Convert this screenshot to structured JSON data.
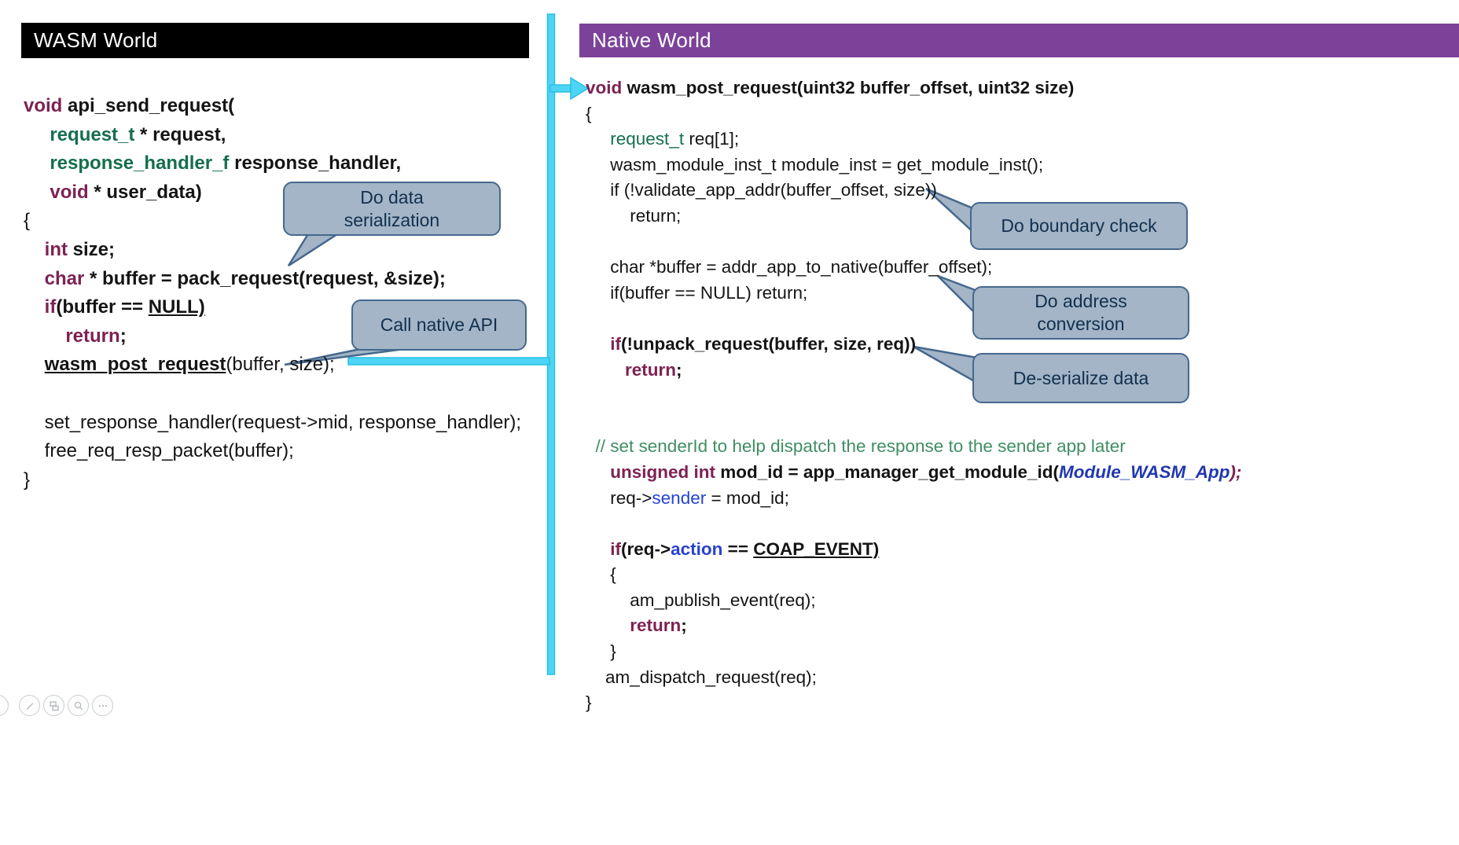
{
  "slide": {
    "wasm_panel": {
      "header": "WASM World",
      "code": {
        "lines": [
          [
            [
              "void",
              "kw"
            ],
            [
              " api_send_request(",
              "b"
            ]
          ],
          [
            [
              "     ",
              "n"
            ],
            [
              "request_t",
              "ty"
            ],
            [
              " * request,",
              "b"
            ]
          ],
          [
            [
              "     ",
              "n"
            ],
            [
              "response_handler_f",
              "ty"
            ],
            [
              " response_handler,",
              "b"
            ]
          ],
          [
            [
              "     ",
              "n"
            ],
            [
              "void",
              "kw"
            ],
            [
              " * user_data)",
              "b"
            ]
          ],
          [
            [
              "{",
              "n"
            ]
          ],
          [
            [
              "    ",
              "n"
            ],
            [
              "int",
              "kw"
            ],
            [
              " size;",
              "b"
            ]
          ],
          [
            [
              "    ",
              "n"
            ],
            [
              "char",
              "kw"
            ],
            [
              " * buffer = pack_request(request, &size);",
              "b"
            ]
          ],
          [
            [
              "    ",
              "n"
            ],
            [
              "if",
              "kw"
            ],
            [
              "(buffer == ",
              "b"
            ],
            [
              "NULL)",
              "ub"
            ]
          ],
          [
            [
              "        ",
              "n"
            ],
            [
              "return",
              "kw"
            ],
            [
              ";",
              "b"
            ]
          ],
          [
            [
              "    ",
              "n"
            ],
            [
              "wasm_post_request",
              "ub"
            ],
            [
              "(buffer, size);",
              "n"
            ]
          ],
          [],
          [
            [
              "    set_response_handler(request->mid, response_handler);",
              "n"
            ]
          ],
          [
            [
              "    free_req_resp_packet(buffer);",
              "n"
            ]
          ],
          [
            [
              "}",
              "n"
            ]
          ]
        ]
      }
    },
    "native_panel": {
      "header": "Native World",
      "code": {
        "lines": [
          [
            [
              "void",
              "kw"
            ],
            [
              " wasm_post_request(uint32 buffer_offset, uint32 size)",
              "b"
            ]
          ],
          [
            [
              "{",
              "n"
            ]
          ],
          [
            [
              "     ",
              "n"
            ],
            [
              "request_t",
              "tyn"
            ],
            [
              " req[1];",
              "n"
            ]
          ],
          [
            [
              "     wasm_module_inst_t module_inst = get_module_inst();",
              "n"
            ]
          ],
          [
            [
              "     if (!validate_app_addr(buffer_offset, size))",
              "n"
            ]
          ],
          [
            [
              "         return;",
              "n"
            ]
          ],
          [],
          [
            [
              "     char *buffer = addr_app_to_native(buffer_offset);",
              "n"
            ]
          ],
          [
            [
              "     if(buffer == NULL) return;",
              "n"
            ]
          ],
          [],
          [
            [
              "     ",
              "n"
            ],
            [
              "if",
              "kw"
            ],
            [
              "(!unpack_request(buffer, size, req))",
              "b"
            ]
          ],
          [
            [
              "        ",
              "n"
            ],
            [
              "return",
              "kw"
            ],
            [
              ";",
              "b"
            ]
          ],
          [],
          [],
          [
            [
              "  ",
              "n"
            ],
            [
              "// set senderId to help dispatch the response to the sender app later",
              "cm"
            ]
          ],
          [
            [
              "     ",
              "n"
            ],
            [
              "unsigned int",
              "kw"
            ],
            [
              " mod_id = app_manager_get_module_id(",
              "b"
            ],
            [
              "Module_WASM_App",
              "mi"
            ],
            [
              ");",
              "kwi"
            ]
          ],
          [
            [
              "     req->",
              "n"
            ],
            [
              "sender",
              "bl"
            ],
            [
              " = mod_id;",
              "n"
            ]
          ],
          [],
          [
            [
              "     ",
              "n"
            ],
            [
              "if",
              "kw"
            ],
            [
              "(req->",
              "b"
            ],
            [
              "action",
              "blb"
            ],
            [
              " == ",
              "b"
            ],
            [
              "COAP_EVENT)",
              "ub"
            ]
          ],
          [
            [
              "     {",
              "n"
            ]
          ],
          [
            [
              "         am_publish_event(req);",
              "n"
            ]
          ],
          [
            [
              "         ",
              "n"
            ],
            [
              "return",
              "kw"
            ],
            [
              ";",
              "b"
            ]
          ],
          [
            [
              "     }",
              "n"
            ]
          ],
          [
            [
              "    am_dispatch_request(req);",
              "n"
            ]
          ],
          [
            [
              "}",
              "n"
            ]
          ]
        ]
      }
    },
    "callouts": {
      "serialization": "Do data\nserialization",
      "call_native": "Call native API",
      "boundary": "Do boundary check",
      "address": "Do address\nconversion",
      "deserialize": "De-serialize data"
    },
    "colors": {
      "keyword": "#7d2252",
      "type_green": "#156e4e",
      "comment_green": "#3f8e63",
      "blue": "#2743d0",
      "navy_italic": "#2038b0",
      "connector_cyan": "#4ed4f4",
      "callout_fill": "#a3b5c6",
      "callout_border": "#46688e",
      "callout_text": "#12304f",
      "wasm_header_bg": "#000000",
      "native_header_bg": "#7c4299"
    },
    "toolbar": {
      "icons": [
        "pen-icon",
        "slides-overview-icon",
        "zoom-icon",
        "more-options-icon"
      ]
    }
  }
}
